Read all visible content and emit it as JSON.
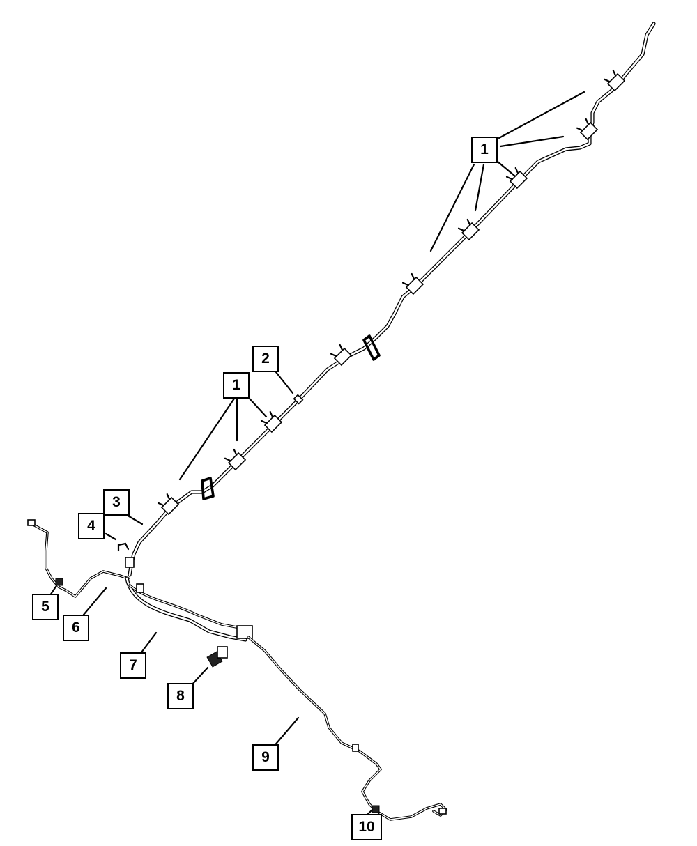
{
  "callouts": [
    {
      "id": "c1a",
      "label": "1"
    },
    {
      "id": "c1b",
      "label": "1"
    },
    {
      "id": "c2",
      "label": "2"
    },
    {
      "id": "c3",
      "label": "3"
    },
    {
      "id": "c4",
      "label": "4"
    },
    {
      "id": "c5",
      "label": "5"
    },
    {
      "id": "c6",
      "label": "6"
    },
    {
      "id": "c7",
      "label": "7"
    },
    {
      "id": "c8",
      "label": "8"
    },
    {
      "id": "c9",
      "label": "9"
    },
    {
      "id": "c10",
      "label": "10"
    }
  ],
  "colors": {
    "ink": "#000000",
    "background": "#ffffff"
  }
}
